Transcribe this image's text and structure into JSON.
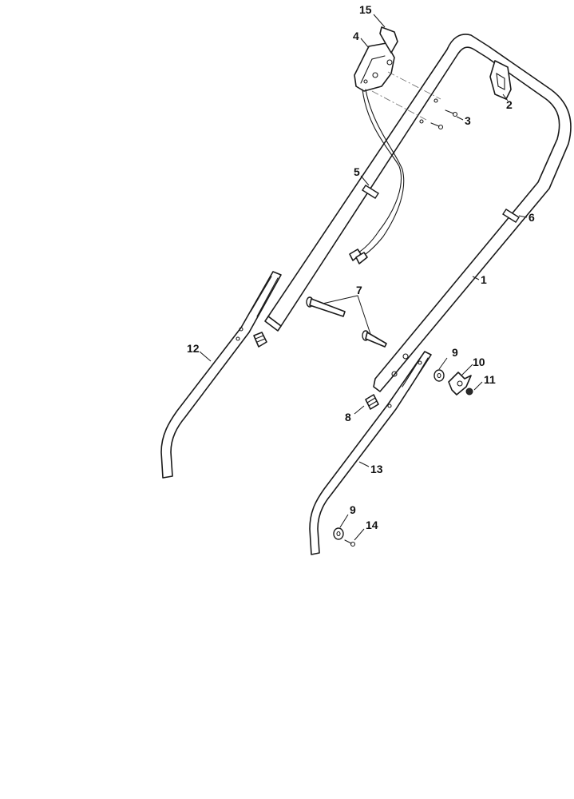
{
  "diagram": {
    "callouts": [
      {
        "id": "c15",
        "label": "15"
      },
      {
        "id": "c4",
        "label": "4"
      },
      {
        "id": "c3",
        "label": "3"
      },
      {
        "id": "c2",
        "label": "2"
      },
      {
        "id": "c5",
        "label": "5"
      },
      {
        "id": "c6",
        "label": "6"
      },
      {
        "id": "c1",
        "label": "1"
      },
      {
        "id": "c7",
        "label": "7"
      },
      {
        "id": "c12",
        "label": "12"
      },
      {
        "id": "c9a",
        "label": "9"
      },
      {
        "id": "c10",
        "label": "10"
      },
      {
        "id": "c11",
        "label": "11"
      },
      {
        "id": "c8",
        "label": "8"
      },
      {
        "id": "c13",
        "label": "13"
      },
      {
        "id": "c9b",
        "label": "9"
      },
      {
        "id": "c14",
        "label": "14"
      }
    ]
  }
}
